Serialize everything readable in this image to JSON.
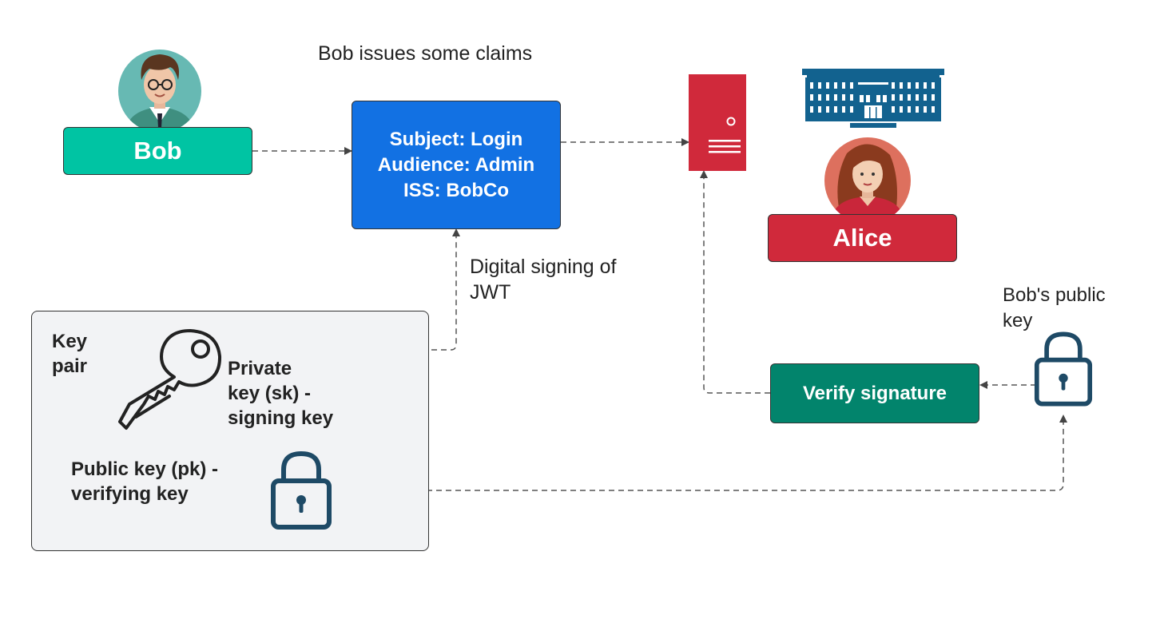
{
  "title": "Bob issues some claims",
  "nodes": {
    "bob": "Bob",
    "claims": [
      "Subject: Login",
      "Audience: Admin",
      "ISS: BobCo"
    ],
    "alice": "Alice",
    "verify": "Verify signature"
  },
  "labels": {
    "digital_signing": [
      "Digital signing of",
      "JWT"
    ],
    "bobs_public_key": [
      "Bob's public",
      "key"
    ]
  },
  "keypair": {
    "title": [
      "Key",
      "pair"
    ],
    "private_key": [
      "Private",
      "key (sk)  -",
      "signing key"
    ],
    "public_key": [
      "Public  key (pk) -",
      "verifying key"
    ]
  },
  "colors": {
    "bob": "#00c4a3",
    "claims": "#1271e3",
    "server": "#d0293b",
    "alice": "#d0293b",
    "verify": "#02846c",
    "keypair_bg": "#f2f3f5",
    "lock": "#1e4a66",
    "building": "#12628f"
  },
  "icons": [
    "bob-avatar-icon",
    "alice-avatar-icon",
    "server-icon",
    "building-icon",
    "key-icon",
    "lock-icon"
  ]
}
